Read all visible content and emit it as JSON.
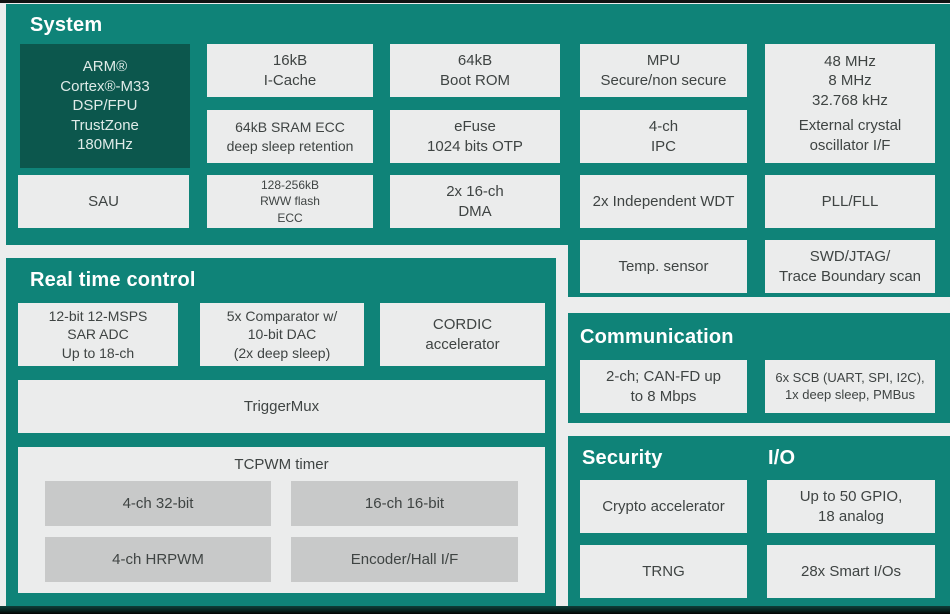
{
  "colors": {
    "page_bg": "#ECEDED",
    "section_teal": "#0F8378",
    "cpu_dark_teal": "#0C574D",
    "block_bg": "#EBECEC",
    "inner_block_bg": "#C8C9C9",
    "block_text": "#3F4443",
    "title_text": "#FFFFFF"
  },
  "system": {
    "title": "System",
    "cpu": "ARM®\nCortex®-M33\nDSP/FPU\nTrustZone\n180MHz",
    "sau": "SAU",
    "icache": "16kB\nI-Cache",
    "sram_ecc": "64kB SRAM ECC\ndeep sleep retention",
    "rww_flash": "128-256kB\nRWW flash\nECC",
    "boot_rom": "64kB\nBoot ROM",
    "efuse": "eFuse\n1024 bits OTP",
    "dma": "2x 16-ch\nDMA",
    "mpu": "MPU\nSecure/non secure",
    "ipc": "4-ch\nIPC",
    "wdt": "2x Independent WDT",
    "temp_sensor": "Temp. sensor",
    "clock_freqs": "48 MHz\n8 MHz\n32.768 kHz",
    "clock_label": "External crystal\noscillator I/F",
    "pll": "PLL/FLL",
    "swd": "SWD/JTAG/\nTrace Boundary scan"
  },
  "real_time_control": {
    "title": "Real time control",
    "sar_adc": "12-bit 12-MSPS\nSAR ADC\nUp to 18-ch",
    "comparator": "5x Comparator w/\n10-bit DAC\n(2x deep sleep)",
    "cordic": "CORDIC\naccelerator",
    "trigger_mux": "TriggerMux",
    "tcpwm": {
      "title": "TCPWM timer",
      "ch32": "4-ch 32-bit",
      "ch16": "16-ch 16-bit",
      "hrpwm": "4-ch HRPWM",
      "encoder": "Encoder/Hall I/F"
    }
  },
  "communication": {
    "title": "Communication",
    "canfd": "2-ch; CAN-FD up\nto 8 Mbps",
    "scb": "6x SCB (UART, SPI, I2C),\n1x deep sleep, PMBus"
  },
  "security": {
    "title": "Security",
    "crypto": "Crypto accelerator",
    "trng": "TRNG"
  },
  "io": {
    "title": "I/O",
    "gpio": "Up to 50 GPIO,\n18 analog",
    "smart_io": "28x Smart I/Os"
  }
}
